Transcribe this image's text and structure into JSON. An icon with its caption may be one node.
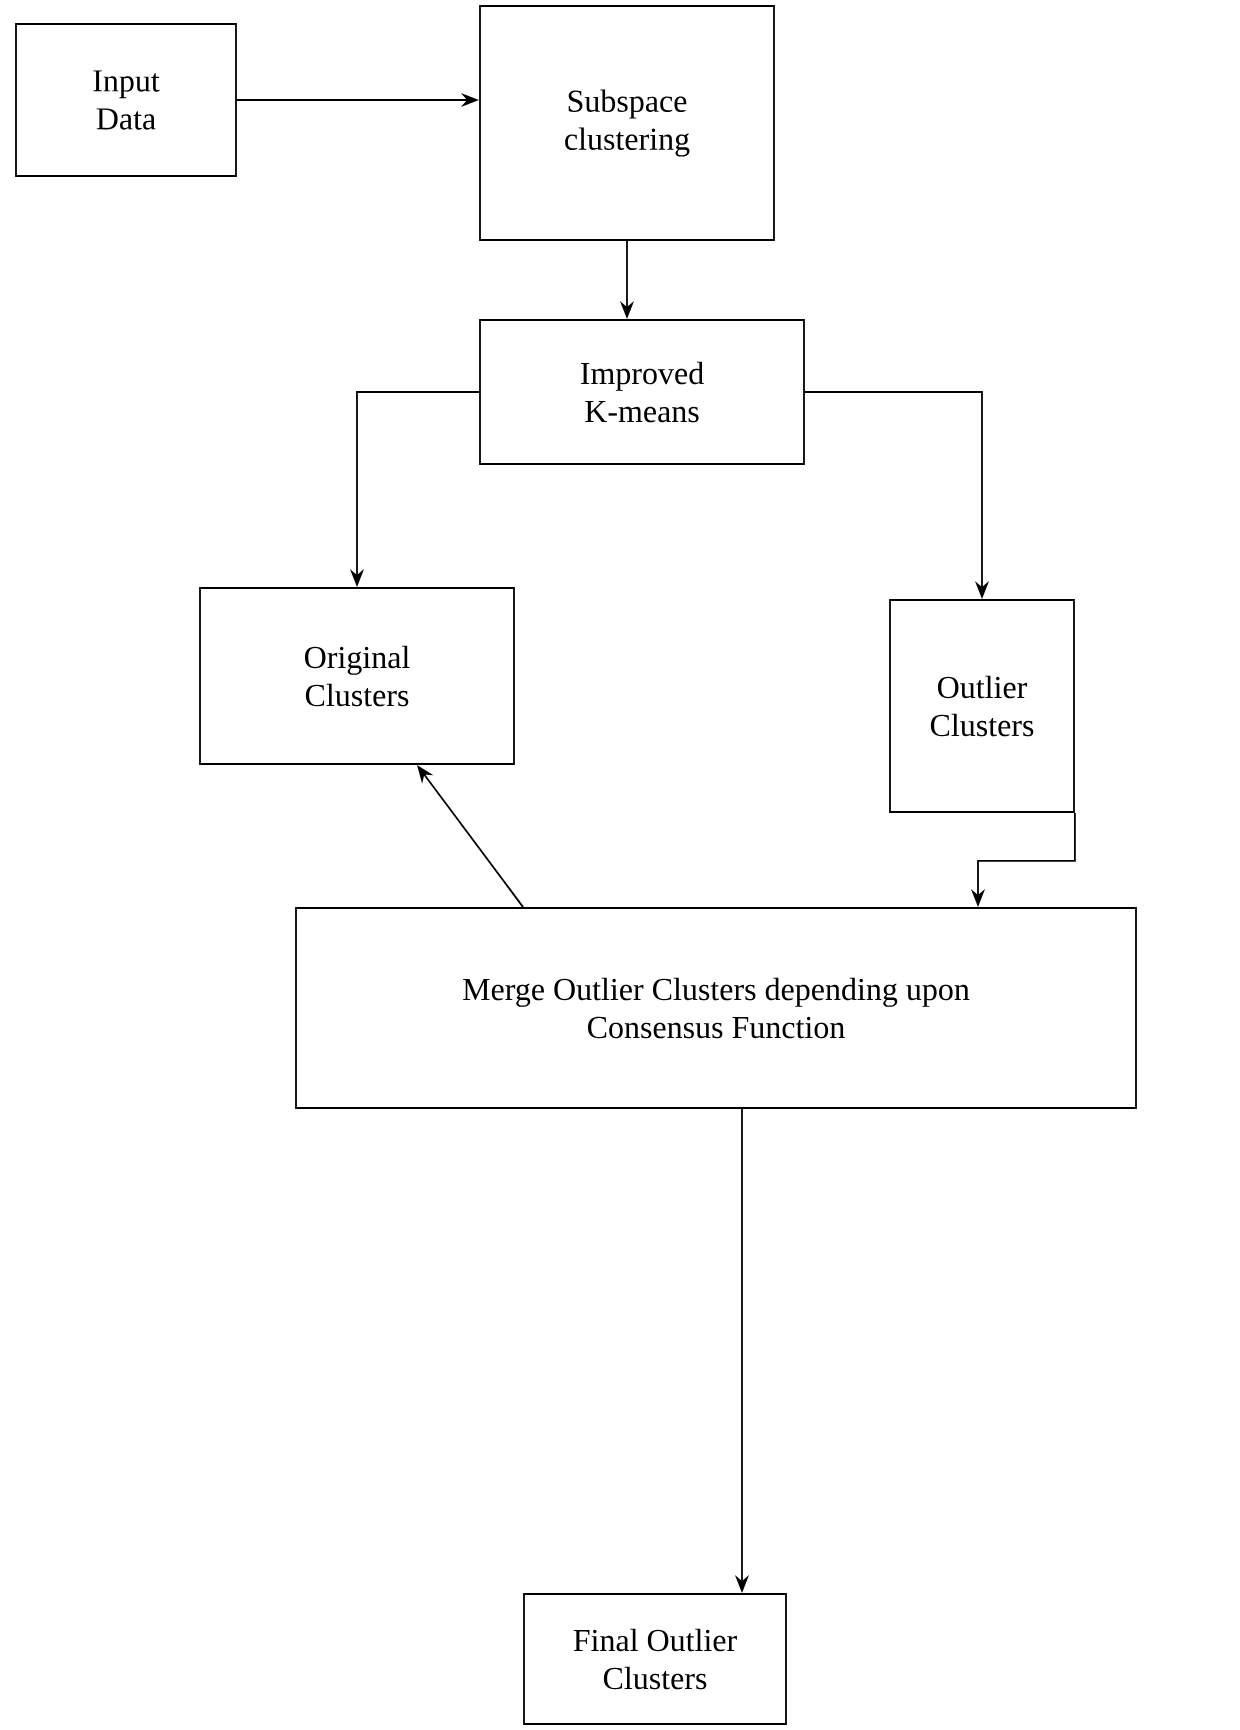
{
  "diagram": {
    "nodes": [
      {
        "text": [
          "Input Data"
        ]
      },
      {
        "text": [
          "Subspace clustering"
        ]
      },
      {
        "text": [
          "Improved K-means"
        ]
      },
      {
        "text": [
          "Original Clusters"
        ]
      },
      {
        "text": [
          "Outlier Clusters"
        ]
      },
      {
        "text": [
          "Merge Outlier Clusters depending upon Consensus Function"
        ]
      },
      {
        "text": [
          "Final Outlier Clusters"
        ]
      }
    ],
    "edges": [
      {
        "from": 0,
        "to": 1,
        "arrow": "to"
      },
      {
        "from": 1,
        "to": 2,
        "arrow": "to"
      },
      {
        "from": 2,
        "to": 3,
        "arrow": "to"
      },
      {
        "from": 2,
        "to": 4,
        "arrow": "to"
      },
      {
        "from": 4,
        "to": 5,
        "arrow": "to"
      },
      {
        "from": 5,
        "to": 3,
        "arrow": "to"
      },
      {
        "from": 5,
        "to": 6,
        "arrow": "to"
      }
    ]
  }
}
